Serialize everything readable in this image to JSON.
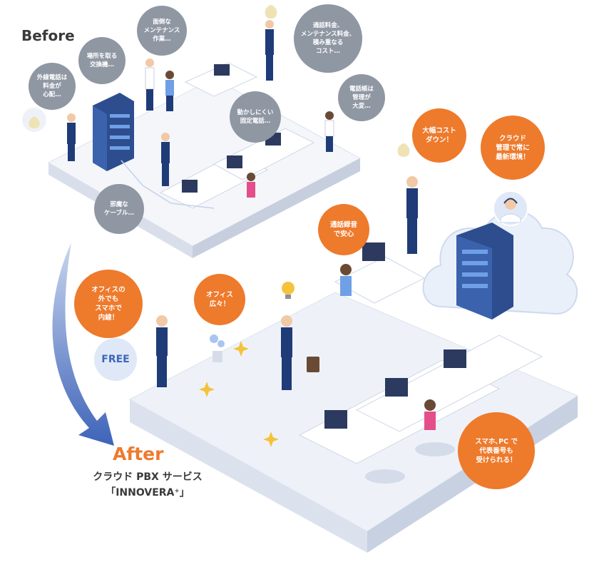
{
  "before": {
    "label": "Before",
    "bubbles": [
      {
        "id": "ext-call-cost",
        "text": "外線電話は\n料金が\n心配…"
      },
      {
        "id": "exchange-space",
        "text": "場所を取る\n交換機…"
      },
      {
        "id": "maintenance",
        "text": "面倒な\nメンテナンス\n作業…"
      },
      {
        "id": "call-costs",
        "text": "通話料金、\nメンテナンス料金、\n積み重なる\nコスト…"
      },
      {
        "id": "phonebook",
        "text": "電話帳は\n管理が\n大変…"
      },
      {
        "id": "fixed-phone",
        "text": "動かしにくい\n固定電話…"
      },
      {
        "id": "cables",
        "text": "邪魔な\nケーブル…"
      }
    ]
  },
  "after": {
    "label": "After",
    "service_line1": "クラウド PBX サービス",
    "service_line2": "「INNOVERA⁺」",
    "free_label": "FREE",
    "bubbles": [
      {
        "id": "cost-down",
        "text": "大幅コスト\nダウン！"
      },
      {
        "id": "cloud-latest",
        "text": "クラウド\n管理で常に\n最新環境！"
      },
      {
        "id": "call-recording",
        "text": "通話録音\nで安心"
      },
      {
        "id": "smartphone-extension",
        "text": "オフィスの\n外でも\nスマホで\n内線！"
      },
      {
        "id": "office-spacious",
        "text": "オフィス\n広々！"
      },
      {
        "id": "rep-number",
        "text": "スマホ､PC で\n代表番号も\n受けられる！"
      }
    ]
  },
  "colors": {
    "orange": "#ee7a2c",
    "gray": "#8f97a3",
    "navy": "#1f3c78",
    "floor": "#eef2f8",
    "arrow": "#4a6fc0"
  }
}
